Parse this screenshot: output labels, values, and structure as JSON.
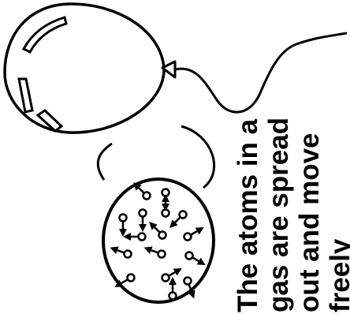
{
  "diagram": {
    "caption_lines": [
      "The atoms in a",
      "gas are spread",
      "out and move",
      "freely"
    ],
    "colors": {
      "ink": "#000000",
      "paper": "#ffffff"
    },
    "parts": [
      "balloon",
      "balloon-knot",
      "balloon-string",
      "magnified-view-circle",
      "callout-connector",
      "gas-atoms"
    ]
  }
}
